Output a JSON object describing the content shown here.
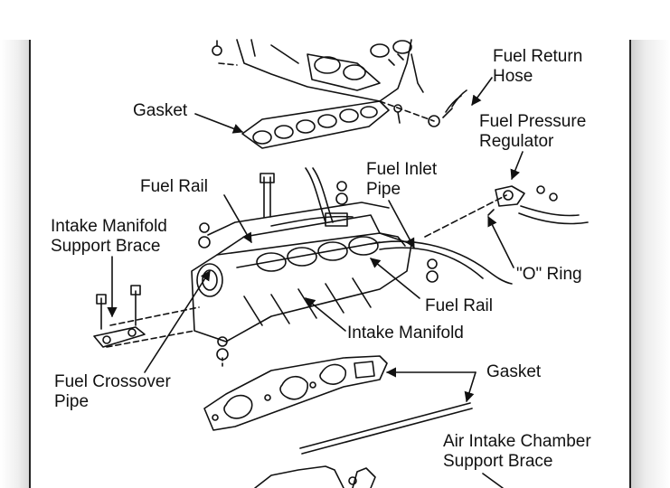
{
  "labels": {
    "fuel_return_hose": [
      "Fuel Return",
      "Hose"
    ],
    "gasket_top": "Gasket",
    "fuel_pressure_regulator": [
      "Fuel Pressure",
      "Regulator"
    ],
    "fuel_rail_left": "Fuel Rail",
    "fuel_inlet_pipe": [
      "Fuel Inlet",
      "Pipe"
    ],
    "intake_manifold_support_brace": [
      "Intake Manifold",
      "Support Brace"
    ],
    "o_ring": "\"O\" Ring",
    "fuel_rail_right": "Fuel Rail",
    "intake_manifold": "Intake Manifold",
    "gasket_bottom": "Gasket",
    "fuel_crossover_pipe": [
      "Fuel Crossover",
      "Pipe"
    ],
    "air_intake_chamber_support_brace": [
      "Air Intake Chamber",
      "Support Brace"
    ]
  },
  "colors": {
    "ink": "#111111",
    "paper": "#ffffff"
  }
}
